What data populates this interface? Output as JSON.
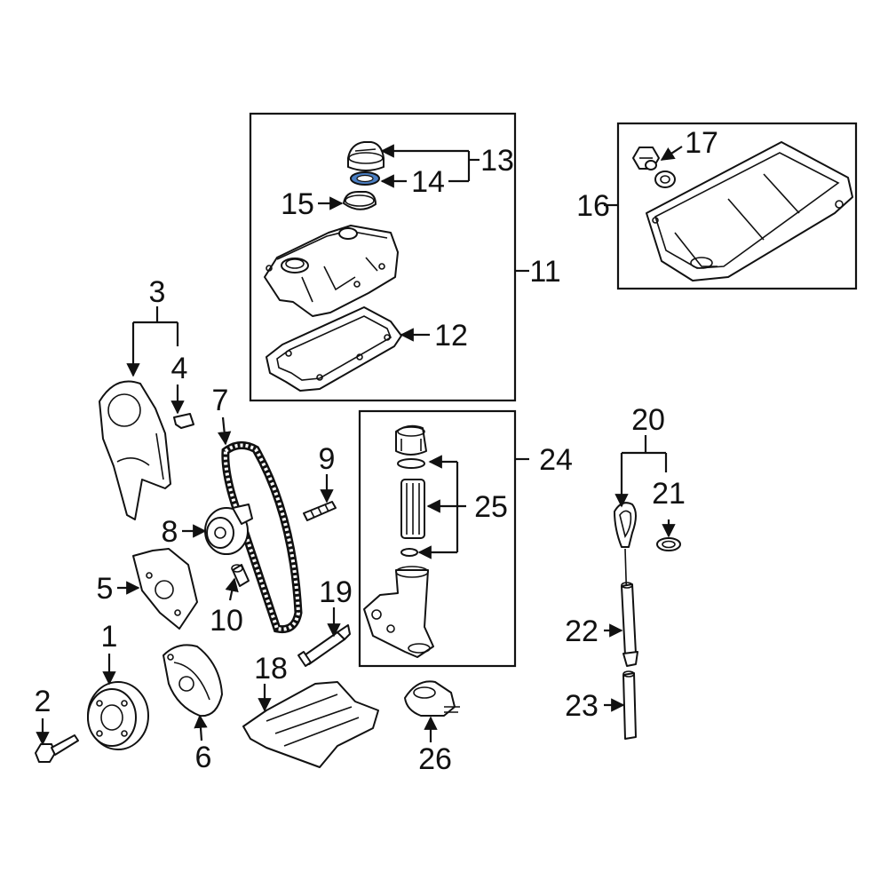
{
  "diagram": {
    "highlight_color": "#4a7fc4",
    "callouts": {
      "c1": "1",
      "c2": "2",
      "c3": "3",
      "c4": "4",
      "c5": "5",
      "c6": "6",
      "c7": "7",
      "c8": "8",
      "c9": "9",
      "c10": "10",
      "c11": "11",
      "c12": "12",
      "c13": "13",
      "c14": "14",
      "c15": "15",
      "c16": "16",
      "c17": "17",
      "c18": "18",
      "c19": "19",
      "c20": "20",
      "c21": "21",
      "c22": "22",
      "c23": "23",
      "c24": "24",
      "c25": "25",
      "c26": "26"
    }
  }
}
